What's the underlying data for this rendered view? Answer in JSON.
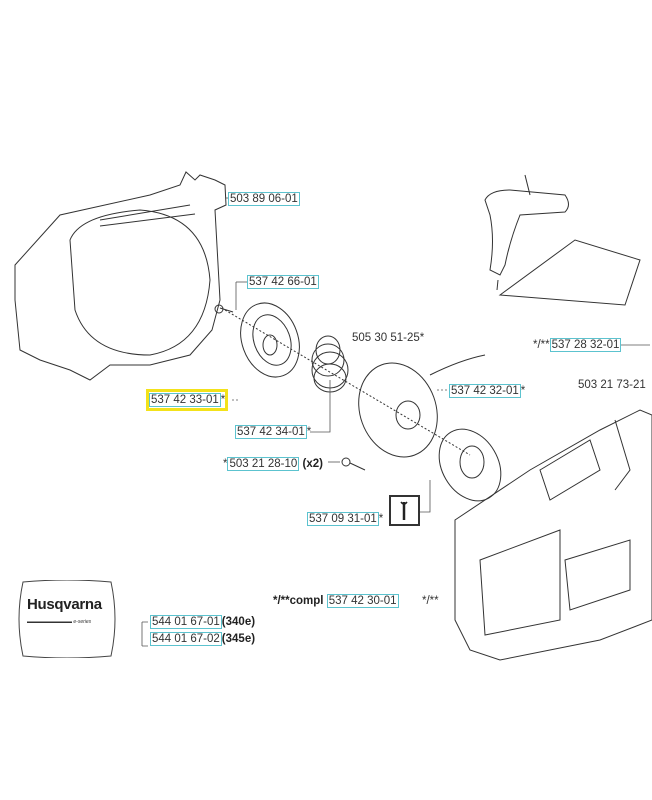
{
  "labels": {
    "rear_handle": "503 89 06-01",
    "pawl_screw": "537 42 66-01",
    "cord": "505 30 51-25*",
    "handle_prefix": "*/**",
    "handle": "537 28 32-01",
    "side_part": "503 21 73-21",
    "pulley": "537 42 32-01",
    "pulley_suffix": "*",
    "highlighted": "537 42 33-01",
    "highlighted_suffix": "*",
    "spring": "537 42 34-01",
    "spring_suffix": "*",
    "screw_prefix": "*",
    "screw": "503 21 28-10",
    "screw_qty": "(x2)",
    "tool": "537 09 31-01",
    "tool_suffix": "*",
    "compl_prefix": "*/**compl",
    "compl": "537 42 30-01",
    "compl_suffix": "*/**",
    "decal1": "544 01 67-01",
    "decal1_model": "(340e)",
    "decal2": "544 01 67-02",
    "decal2_model": "(345e)"
  },
  "logo": {
    "brand": "Husqvarna",
    "sub": "e-series"
  },
  "colors": {
    "link_box": "#5cc3cf",
    "highlight": "#f3e21a"
  }
}
